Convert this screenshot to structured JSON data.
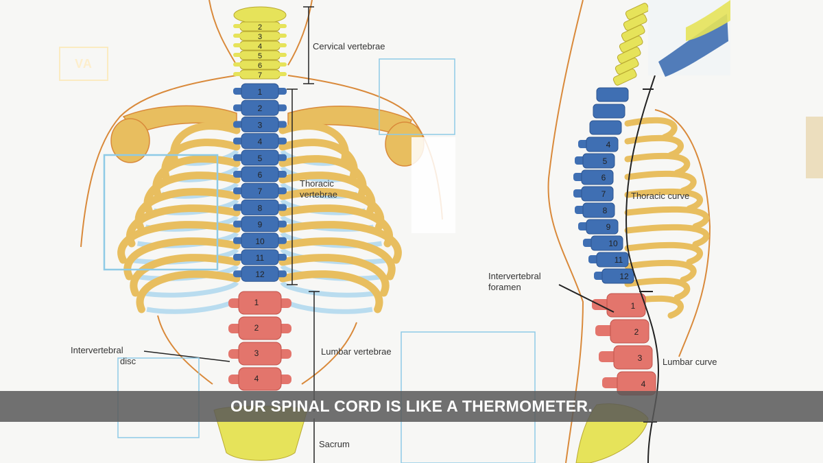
{
  "video": {
    "subtitle": "OUR SPINAL CORD IS LIKE A THERMOMETER.",
    "watermark_logo": "VA"
  },
  "diagram": {
    "labels": {
      "cervical": "Cervical vertebrae",
      "thoracic_line1": "Thoracic",
      "thoracic_line2": "vertebrae",
      "lumbar": "Lumbar vertebrae",
      "sacrum": "Sacrum",
      "intervertebral_disc_line1": "Intervertebral",
      "intervertebral_disc_line2": "disc",
      "intervertebral_foramen_line1": "Intervertebral",
      "intervertebral_foramen_line2": "foramen",
      "thoracic_curve": "Thoracic curve",
      "lumbar_curve": "Lumbar curve"
    },
    "front_view": {
      "cervical_numbers": [
        "2",
        "3",
        "4",
        "5",
        "6",
        "7"
      ],
      "thoracic_numbers": [
        "1",
        "2",
        "3",
        "4",
        "5",
        "6",
        "7",
        "8",
        "9",
        "10",
        "11",
        "12"
      ],
      "lumbar_numbers": [
        "1",
        "2",
        "3",
        "4"
      ]
    },
    "side_view": {
      "thoracic_numbers": [
        "4",
        "5",
        "6",
        "7",
        "8",
        "9",
        "10",
        "11",
        "12"
      ],
      "lumbar_numbers": [
        "1",
        "2",
        "3",
        "4"
      ]
    },
    "colors": {
      "cervical": "#e6e35a",
      "thoracic": "#3f6fb3",
      "lumbar": "#e3756c",
      "ribs": "#e8be5f",
      "cartilage": "#b9dcef",
      "outline": "#d9893a",
      "frame": "#8ecae6"
    }
  }
}
